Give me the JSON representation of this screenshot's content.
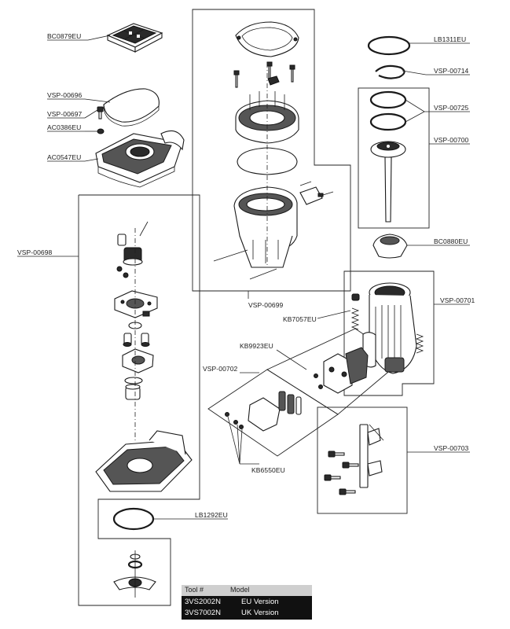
{
  "labels": {
    "bc0879eu": "BC0879EU",
    "vsp00696": "VSP-00696",
    "vsp00697": "VSP-00697",
    "ac0386eu": "AC0386EU",
    "ac0547eu": "AC0547EU",
    "vsp00698": "VSP-00698",
    "vsp00699": "VSP-00699",
    "lb1311eu": "LB1311EU",
    "vsp00714": "VSP-00714",
    "vsp00725": "VSP-00725",
    "vsp00700": "VSP-00700",
    "bc0880eu": "BC0880EU",
    "vsp00701": "VSP-00701",
    "kb7057eu": "KB7057EU",
    "kb9923eu": "KB9923EU",
    "vsp00702": "VSP-00702",
    "kb6550eu": "KB6550EU",
    "vsp00703": "VSP-00703",
    "lb1292eu": "LB1292EU"
  },
  "table": {
    "header_tool": "Tool #",
    "header_model": "Model",
    "rows": [
      {
        "tool": "3VS2002N",
        "model": "EU Version"
      },
      {
        "tool": "3VS7002N",
        "model": "UK Version"
      }
    ]
  }
}
